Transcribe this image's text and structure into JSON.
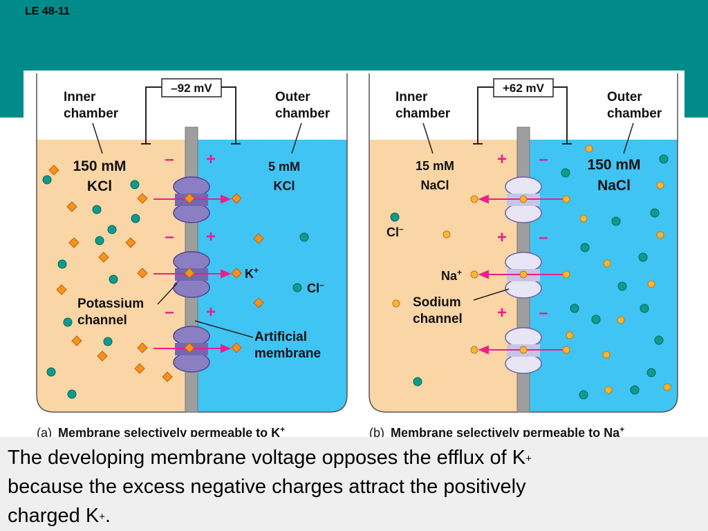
{
  "slide": {
    "id": "LE 48-11"
  },
  "colors": {
    "header": "#008B8B",
    "inner_fluid": "#FAD5A5",
    "outer_fluid": "#3FC4F3",
    "membrane": "#9E9E9E",
    "potassium": "#F5921E",
    "chloride": "#0E9B8C",
    "sodium": "#F7B53A",
    "arrow": "#E8208A",
    "k_channel": "#8A7FC2",
    "na_channel": "#E8E6F5"
  },
  "panel_a": {
    "voltage": "–92 mV",
    "inner_label": [
      "Inner",
      "chamber"
    ],
    "outer_label": [
      "Outer",
      "chamber"
    ],
    "inner_conc": "150 mM",
    "inner_solute": "KCl",
    "outer_conc": "5 mM",
    "outer_solute": "KCl",
    "ion_k": "K",
    "ion_k_charge": "+",
    "ion_cl": "Cl",
    "ion_cl_charge": "–",
    "channel_label": [
      "Potassium",
      "channel"
    ],
    "membrane_label": [
      "Artificial",
      "membrane"
    ],
    "letter": "(a)",
    "caption": "Membrane selectively permeable to K"
  },
  "panel_b": {
    "voltage": "+62 mV",
    "inner_label": [
      "Inner",
      "chamber"
    ],
    "outer_label": [
      "Outer",
      "chamber"
    ],
    "inner_conc": "15 mM",
    "inner_solute": "NaCl",
    "outer_conc": "150 mM",
    "outer_solute": "NaCl",
    "ion_na": "Na",
    "ion_na_charge": "+",
    "ion_cl": "Cl",
    "ion_cl_charge": "–",
    "channel_label": [
      "Sodium",
      "channel"
    ],
    "letter": "(b)",
    "caption": "Membrane selectively permeable to Na"
  },
  "caption": {
    "line1": "The developing membrane voltage opposes the efflux of K",
    "line1_sup": "+",
    "line2": "because the excess negative charges attract the positively",
    "line3": "charged K",
    "line3_sup": "+",
    "line3_end": "."
  }
}
